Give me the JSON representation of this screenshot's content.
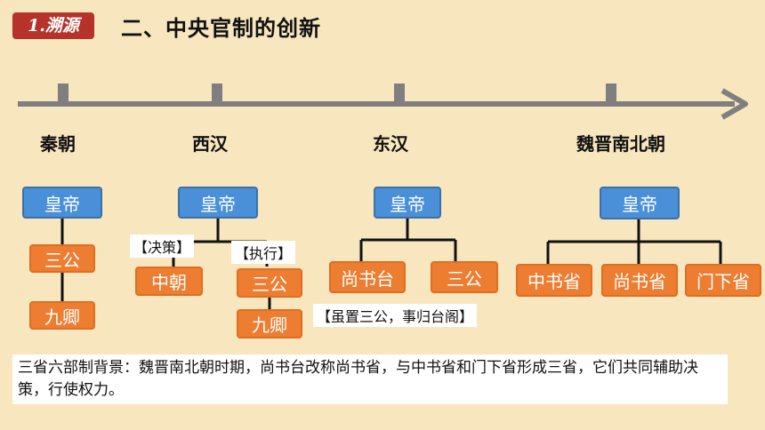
{
  "header": {
    "badge": "1.溯源",
    "title": "二、中央官制的创新"
  },
  "eras": [
    "秦朝",
    "西汉",
    "东汉",
    "魏晋南北朝"
  ],
  "qin": {
    "emperor": "皇帝",
    "sangong": "三公",
    "jiuqing": "九卿"
  },
  "xihan": {
    "emperor": "皇帝",
    "zhongchao": "中朝",
    "sangong": "三公",
    "jiuqing": "九卿",
    "note_decide": "【决策】",
    "note_execute": "【执行】"
  },
  "donghan": {
    "emperor": "皇帝",
    "shangshutai": "尚书台",
    "sangong": "三公",
    "note": "【虽置三公，事归台阁】"
  },
  "weijin": {
    "emperor": "皇帝",
    "zhongshu": "中书省",
    "shangshu": "尚书省",
    "menxia": "门下省"
  },
  "summary": "三省六部制背景：魏晋南北朝时期，尚书台改称尚书省，与中书省和门下省形成三省，它们共同辅助决策，行使权力。",
  "colors": {
    "background": "#f7e6be",
    "badge": "#b5332b",
    "emperor_box": "#4a90d9",
    "office_box": "#ed7d31",
    "axis": "#7f7f7f"
  }
}
